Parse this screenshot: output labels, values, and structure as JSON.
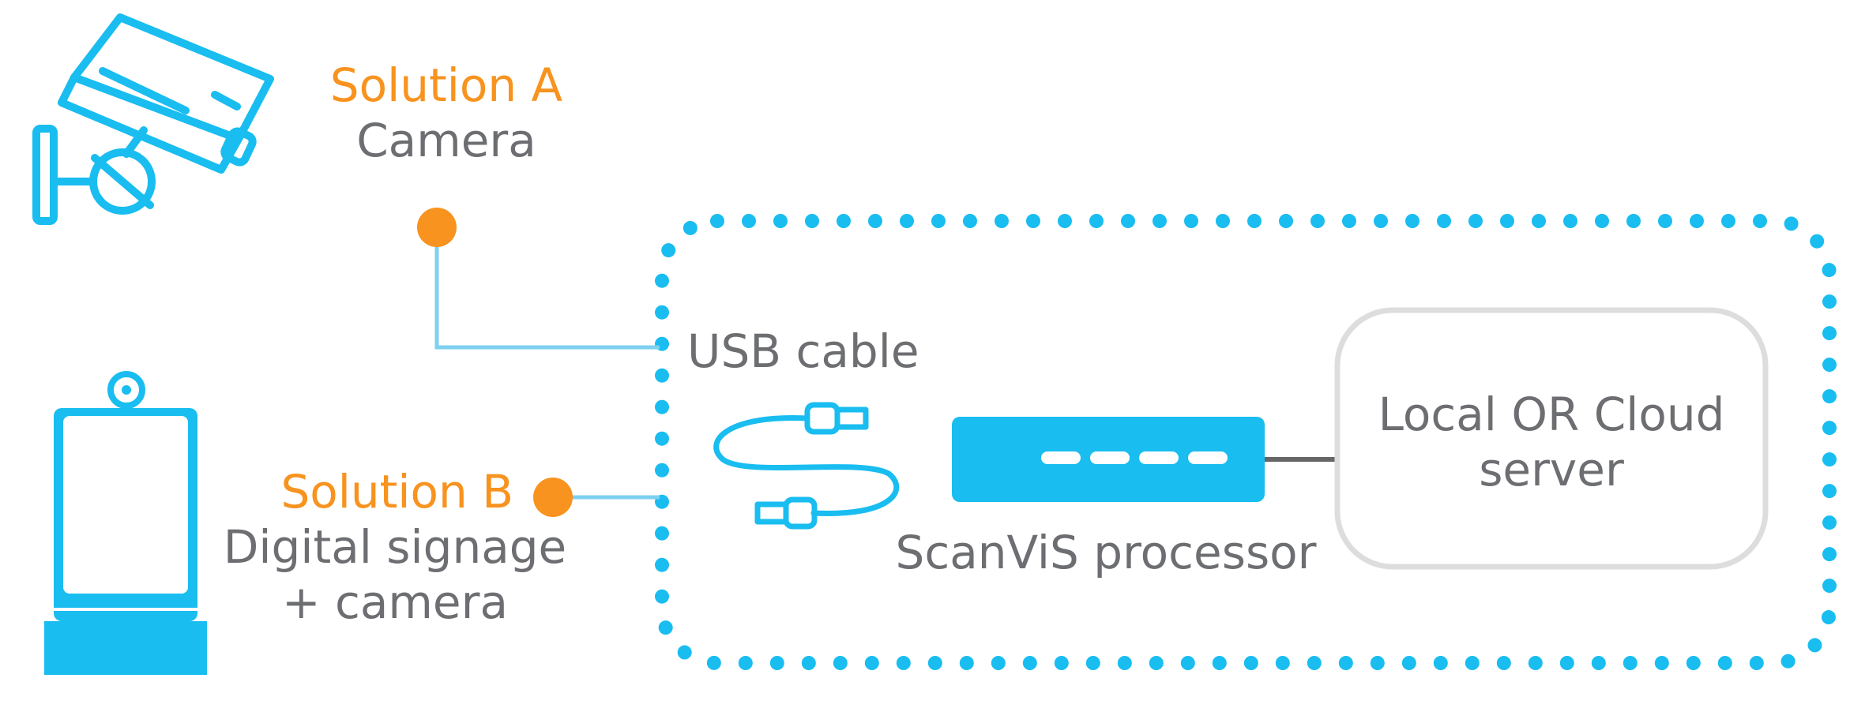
{
  "colors": {
    "accent": "#19bdf0",
    "solution": "#f7931e",
    "text": "#6d6e71",
    "server_border": "#dddddd",
    "wire": "#666666"
  },
  "solution_a": {
    "title": "Solution A",
    "subtitle": "Camera",
    "icon": "security-camera-icon"
  },
  "solution_b": {
    "title": "Solution B",
    "line1": "Digital signage",
    "line2": "+ camera",
    "icon": "digital-signage-kiosk-icon"
  },
  "usb": {
    "label": "USB cable",
    "icon": "usb-cable-icon"
  },
  "processor": {
    "label": "ScanViS processor",
    "icon": "processor-box-icon"
  },
  "server": {
    "line1": "Local OR Cloud",
    "line2": "server"
  }
}
